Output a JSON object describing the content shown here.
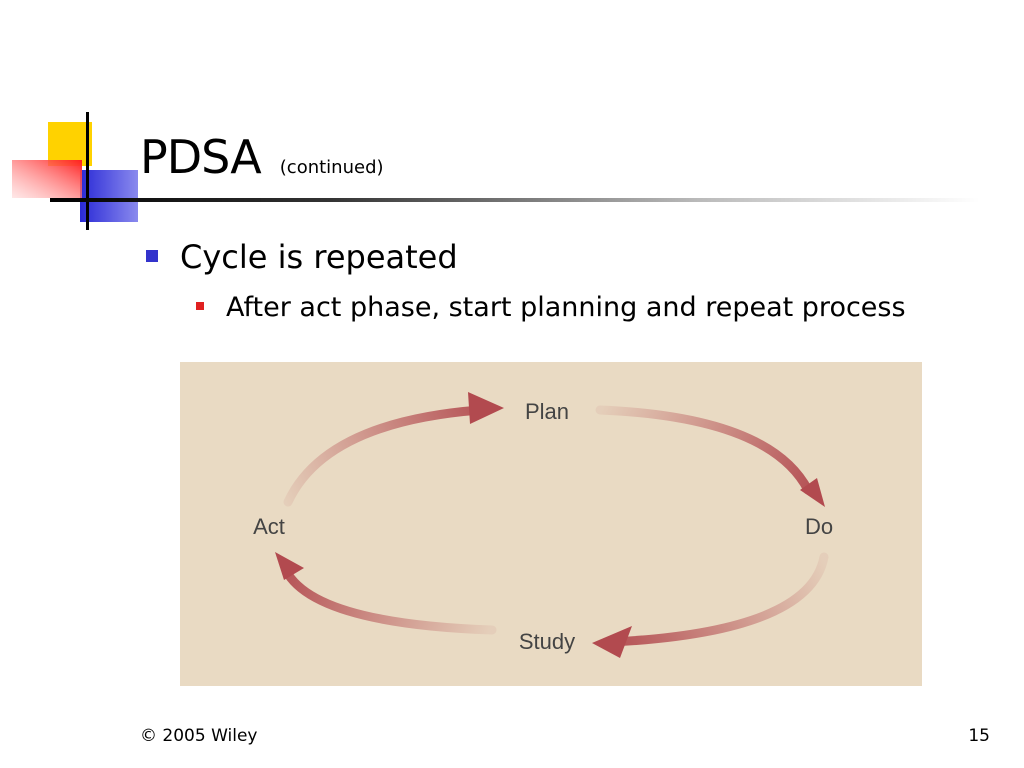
{
  "title": {
    "main": "PDSA",
    "sub": "(continued)"
  },
  "bullets": {
    "level1": "Cycle is repeated",
    "level2": "After act phase, start planning and repeat process"
  },
  "diagram": {
    "nodes": {
      "plan": "Plan",
      "do": "Do",
      "study": "Study",
      "act": "Act"
    },
    "colors": {
      "background": "#e9dac3",
      "arrow": "#b24a4f"
    }
  },
  "footer": {
    "copyright": "© 2005 Wiley",
    "page_number": "15"
  }
}
